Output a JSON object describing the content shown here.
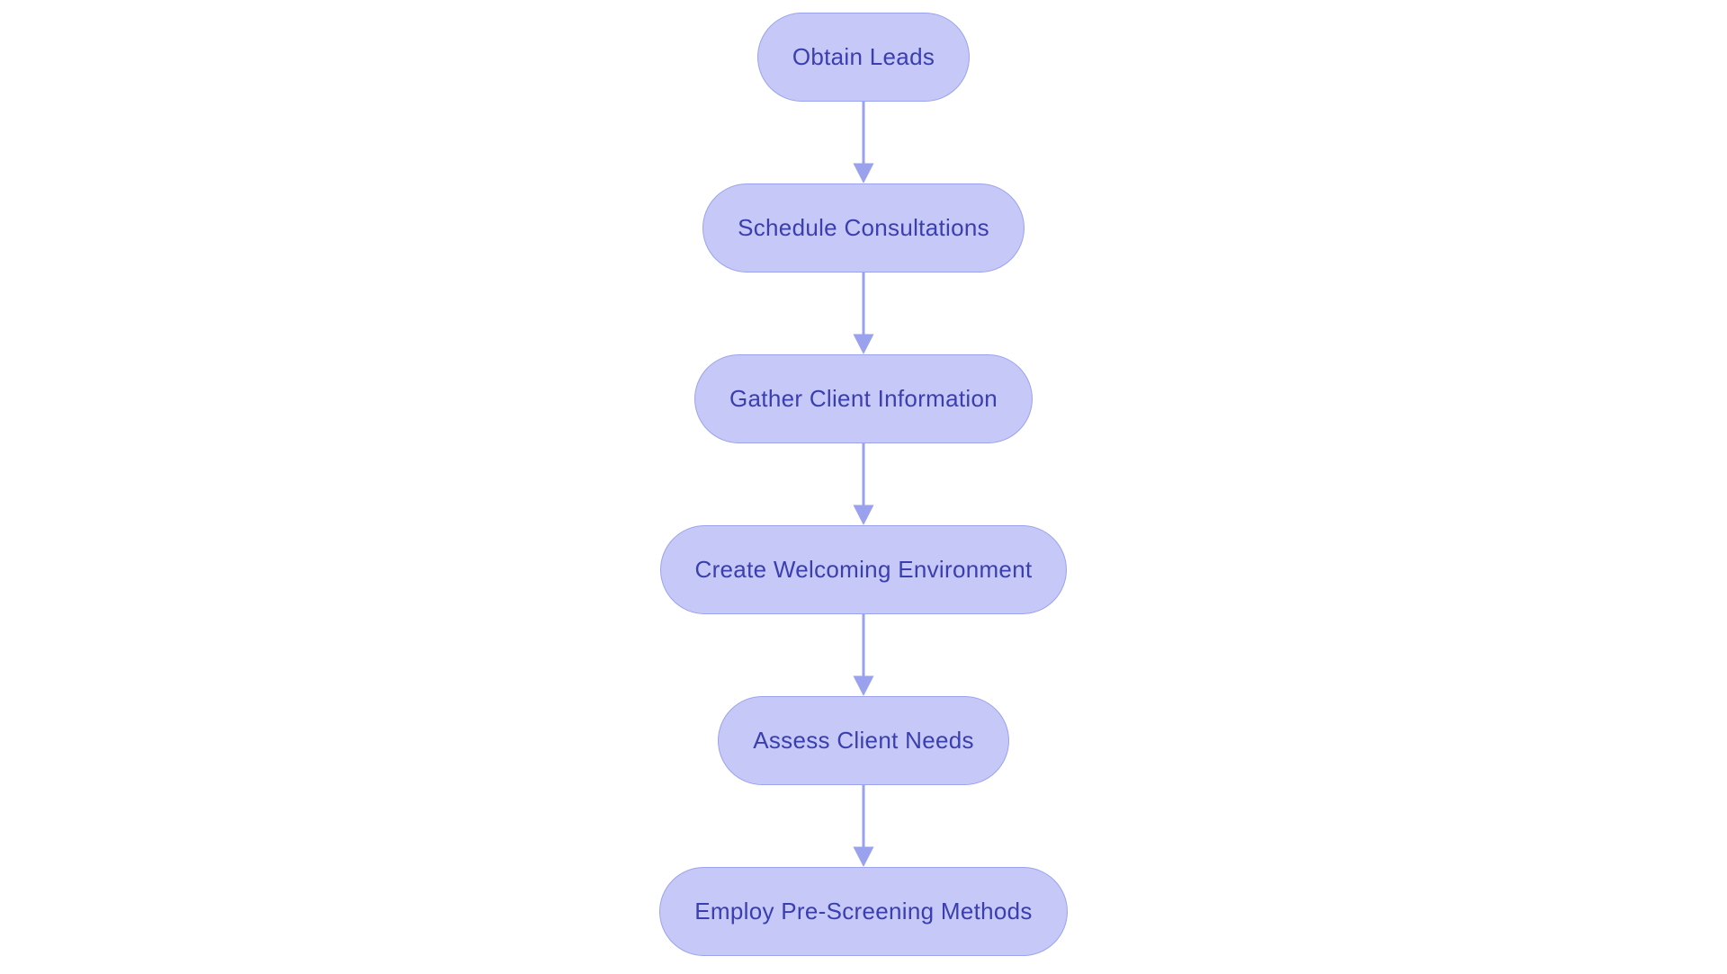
{
  "diagram": {
    "type": "flowchart",
    "direction": "top-down",
    "colors": {
      "background": "#ffffff",
      "node_fill": "#c6c9f7",
      "node_border": "#9ba2ee",
      "text_color": "#3a3eae",
      "arrow_color": "#9aa2ee"
    },
    "nodes": [
      {
        "id": "obtain-leads",
        "label": "Obtain Leads"
      },
      {
        "id": "schedule-consultations",
        "label": "Schedule Consultations"
      },
      {
        "id": "gather-client-information",
        "label": "Gather Client Information"
      },
      {
        "id": "create-welcoming-environment",
        "label": "Create Welcoming Environment"
      },
      {
        "id": "assess-client-needs",
        "label": "Assess Client Needs"
      },
      {
        "id": "employ-pre-screening-methods",
        "label": "Employ Pre-Screening Methods"
      }
    ],
    "edges": [
      {
        "from": "obtain-leads",
        "to": "schedule-consultations"
      },
      {
        "from": "schedule-consultations",
        "to": "gather-client-information"
      },
      {
        "from": "gather-client-information",
        "to": "create-welcoming-environment"
      },
      {
        "from": "create-welcoming-environment",
        "to": "assess-client-needs"
      },
      {
        "from": "assess-client-needs",
        "to": "employ-pre-screening-methods"
      }
    ]
  }
}
